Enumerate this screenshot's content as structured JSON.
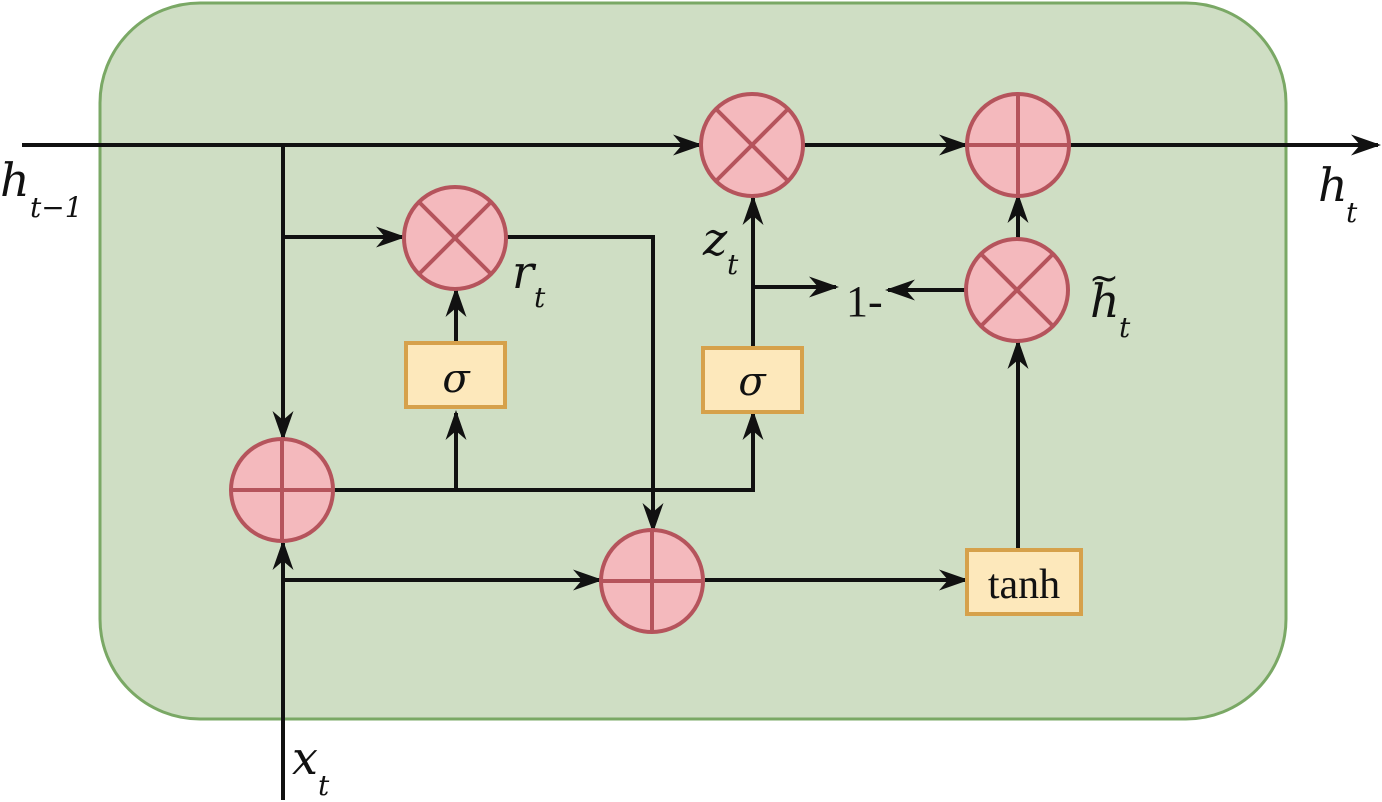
{
  "labels": {
    "h_prev_main": "h",
    "h_prev_sub": "t−1",
    "h_out_main": "h",
    "h_out_sub": "t",
    "x_main": "x",
    "x_sub": "t",
    "r_main": "r",
    "r_sub": "t",
    "z_main": "z",
    "z_sub": "t",
    "hcand_main": "h",
    "hcand_tilde": "~",
    "hcand_sub": "t",
    "one_minus": "1-",
    "sigma_reset": "σ",
    "sigma_update": "σ",
    "tanh": "tanh"
  },
  "colors": {
    "cell_fill": "#cfdec4",
    "cell_stroke": "#7aa865",
    "node_fill": "#f4b9bd",
    "node_stroke": "#b5545c",
    "box_fill": "#fde8bb",
    "box_stroke": "#d6a14b",
    "line": "#111111"
  }
}
